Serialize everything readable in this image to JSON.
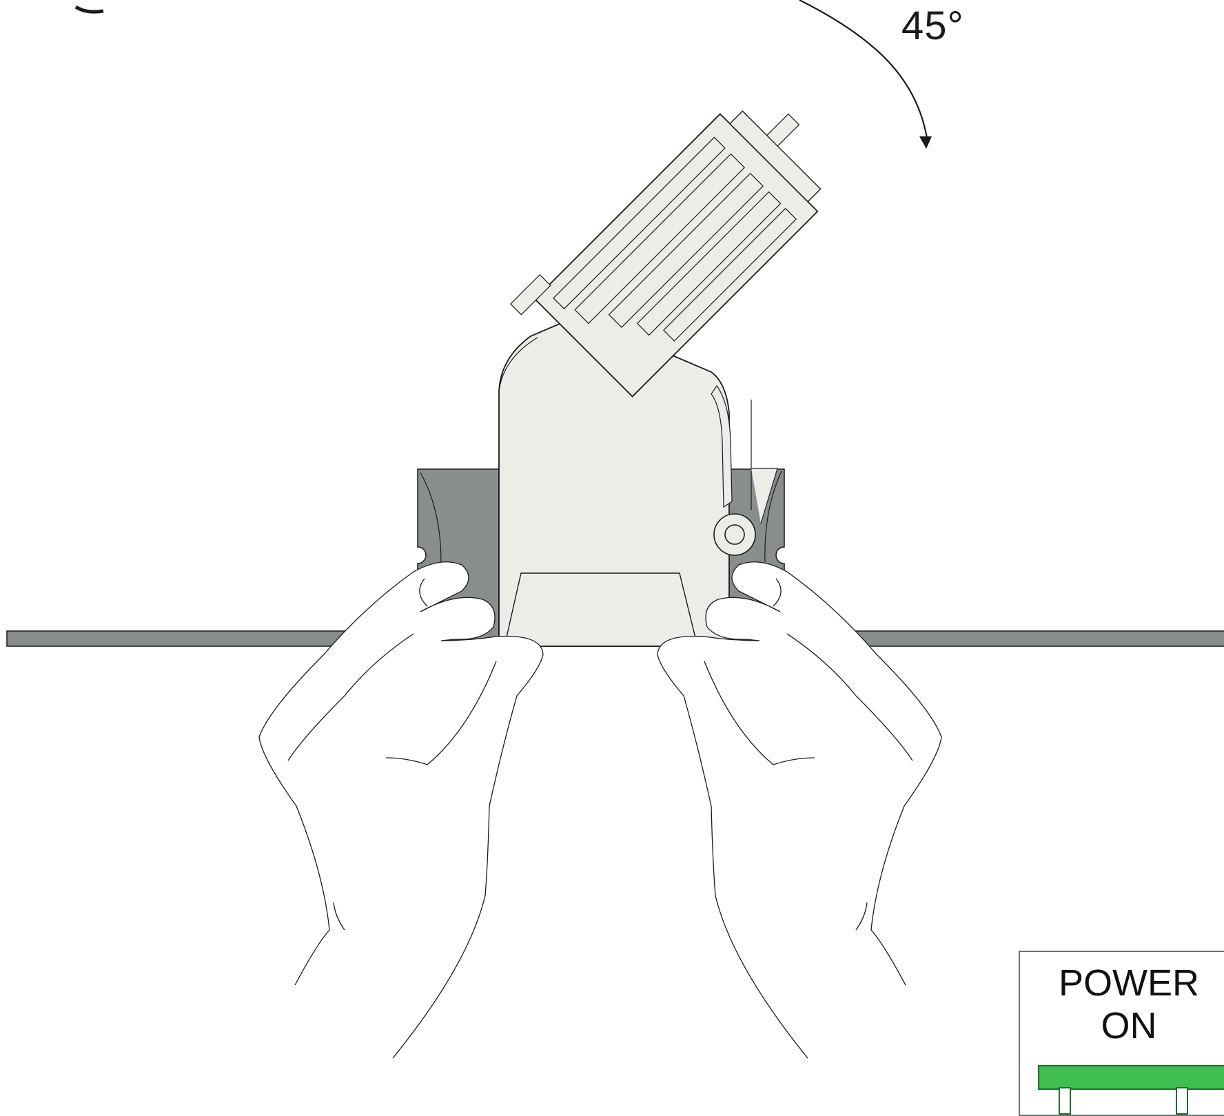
{
  "diagram": {
    "rotation_label": "45°",
    "power_card": {
      "line1": "POWER",
      "line2": "ON"
    }
  },
  "colors": {
    "device_body": "#ecece8",
    "bracket_gray": "#8a8d8d",
    "panel_gray": "#8a8d8d",
    "outline": "#1a1a1a",
    "power_indicator": "#3fbf4f",
    "background": "#ffffff"
  },
  "icons": {
    "rotation_arrow": "curved-arrow-down-icon"
  }
}
